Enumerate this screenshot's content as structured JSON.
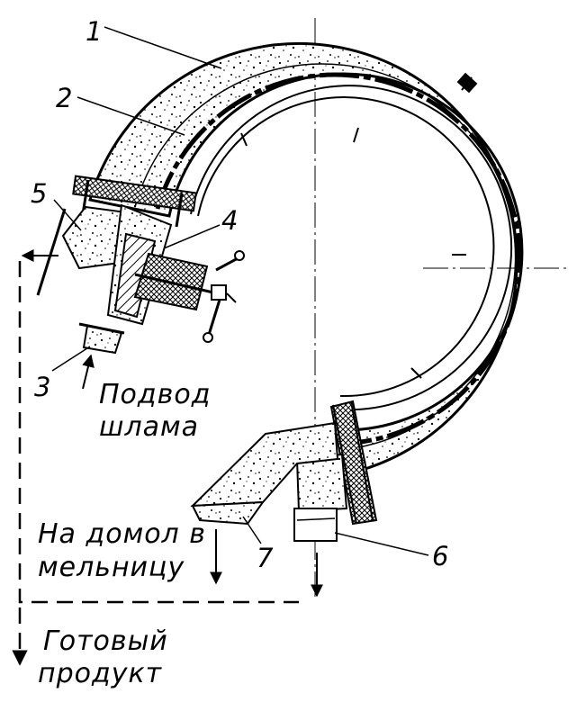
{
  "labels": {
    "part_1": "1",
    "part_2": "2",
    "part_3": "3",
    "part_4": "4",
    "part_5": "5",
    "part_6": "6",
    "part_7": "7"
  },
  "captions": {
    "slurry_inlet_line1": "Подвод",
    "slurry_inlet_line2": "шлама",
    "regrind_line1": "На домол в",
    "regrind_line2": "мельницу",
    "product_line1": "Готовый",
    "product_line2": "продукт"
  },
  "colors": {
    "ink": "#000000",
    "paper": "#ffffff"
  }
}
